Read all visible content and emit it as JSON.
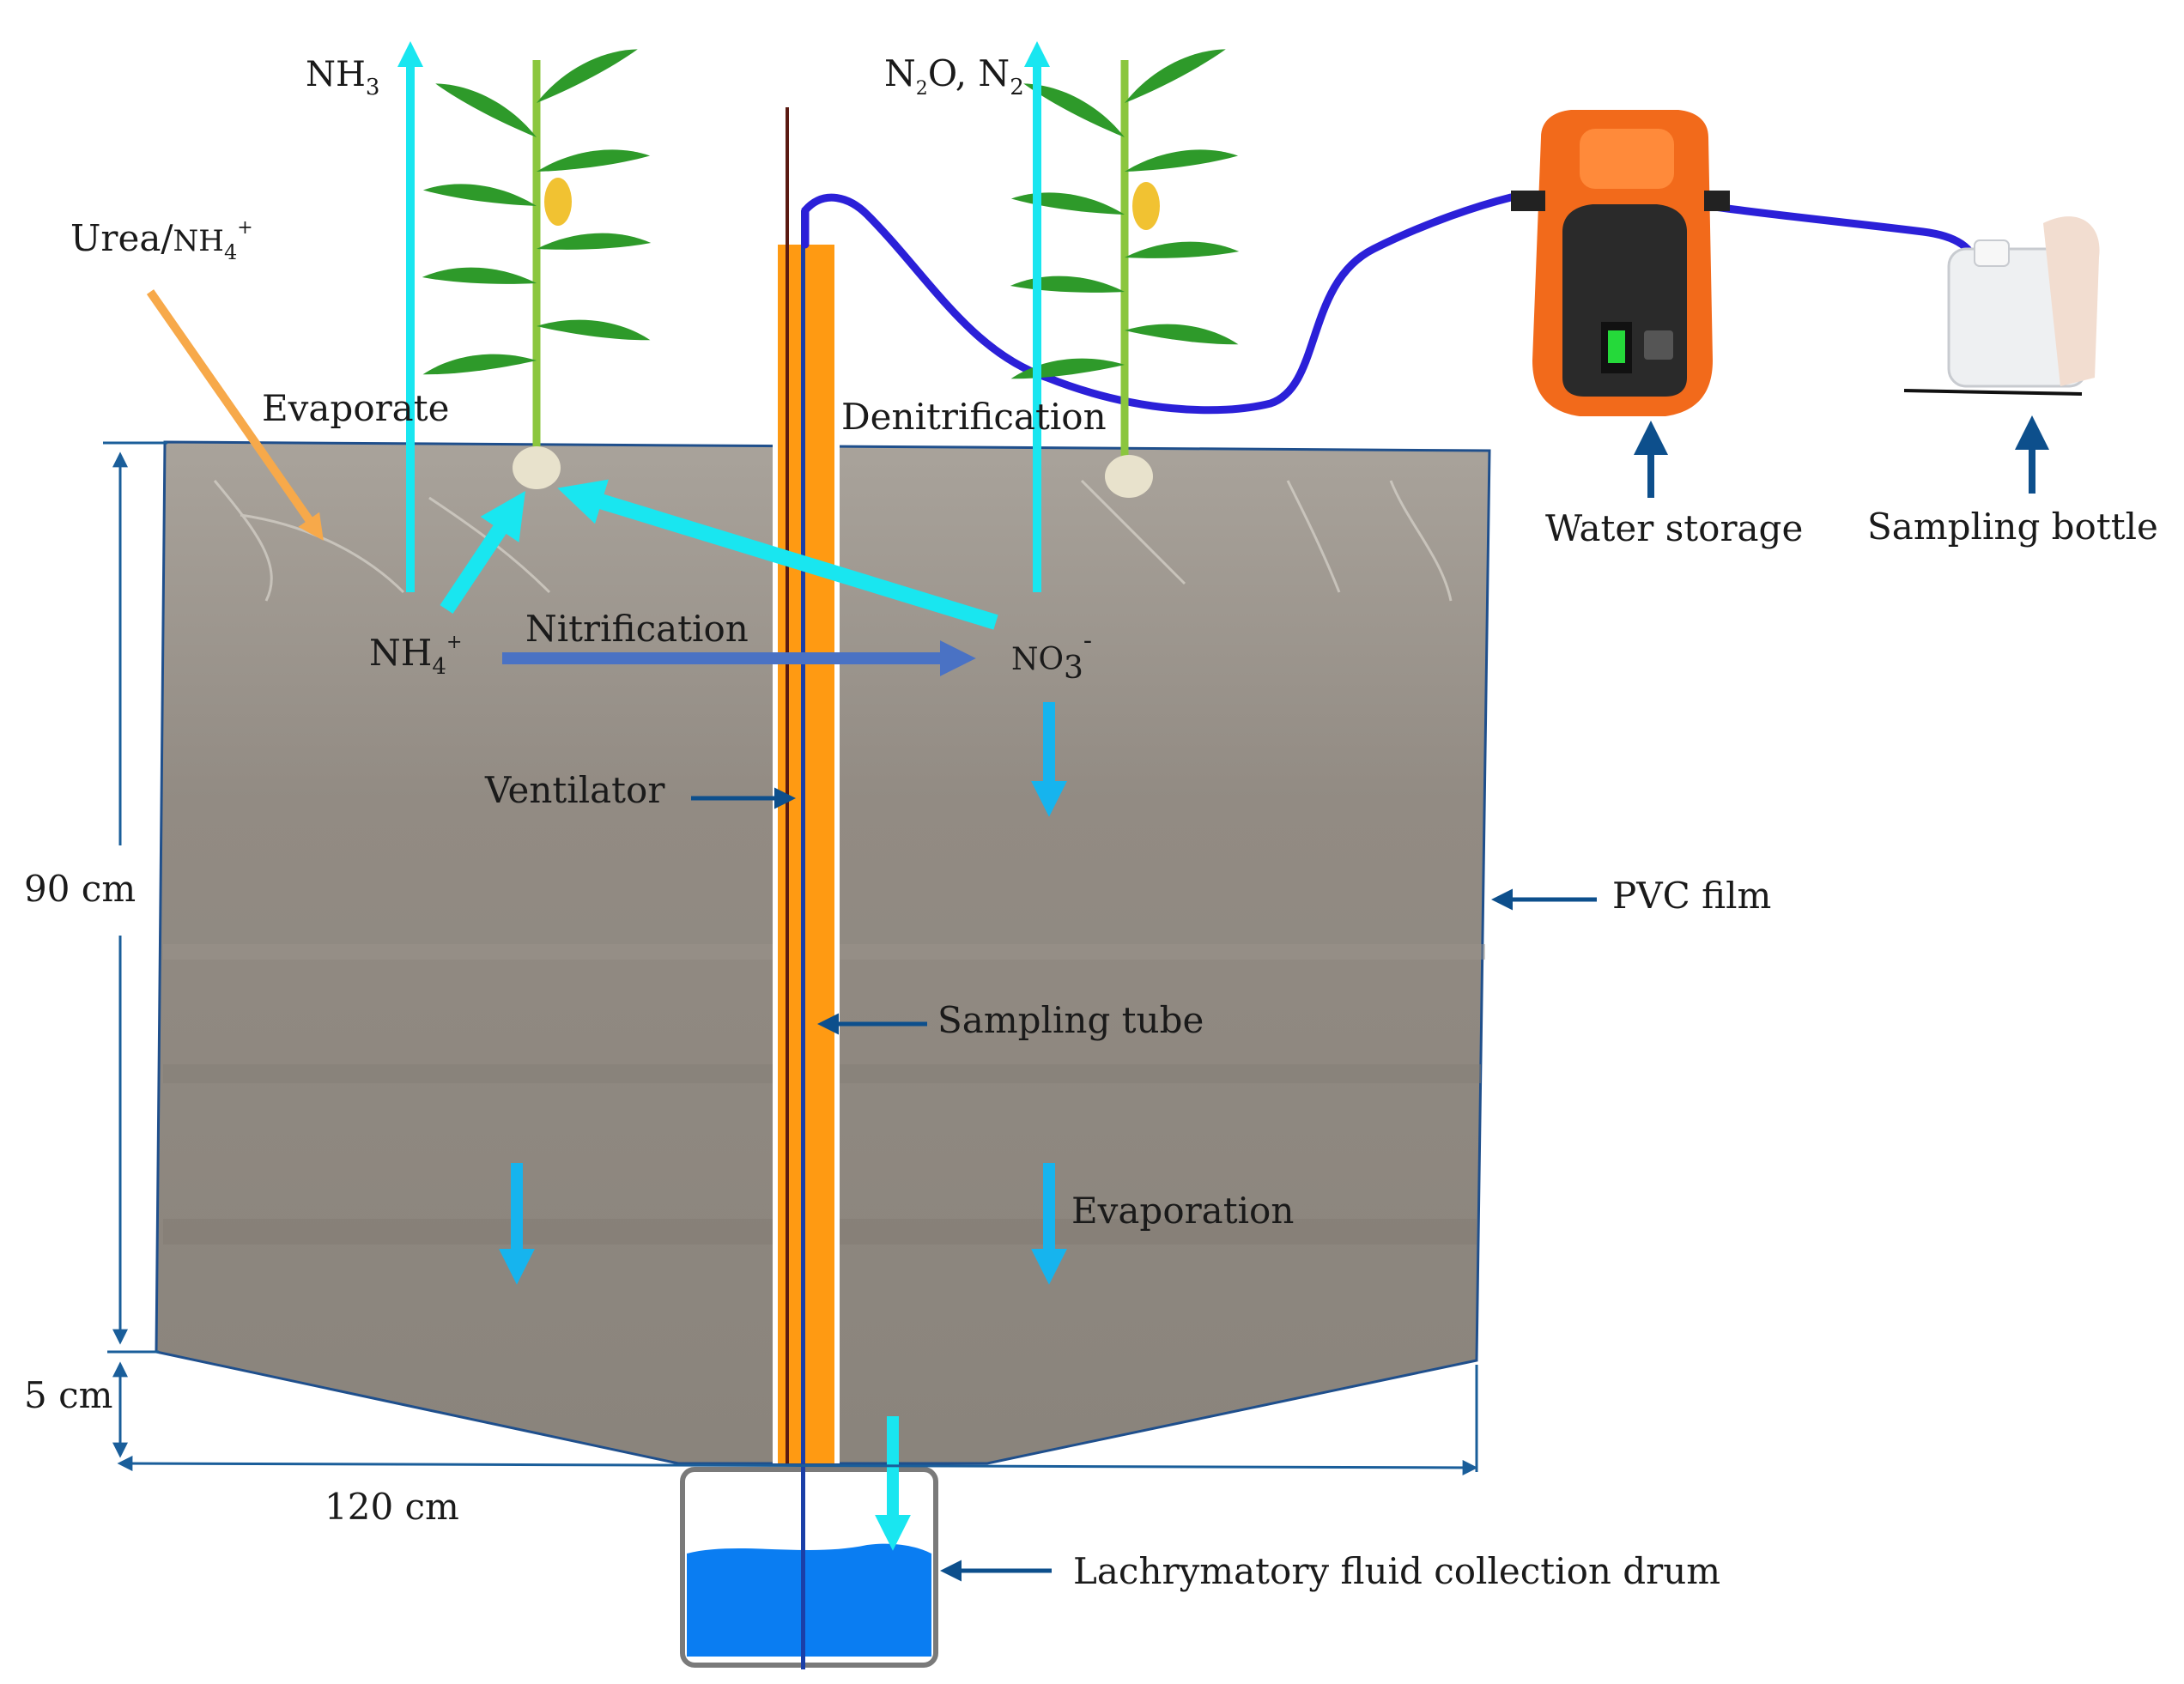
{
  "gases": {
    "nh3": {
      "base": "NH",
      "sub": "3"
    },
    "n2o_n2": {
      "a": "N",
      "a_sub": "2",
      "b": "O, N",
      "b_sub": "2"
    }
  },
  "inputs": {
    "urea": {
      "text": "Urea/",
      "ion": "NH",
      "ion_sub": "4",
      "ion_sup": "+"
    }
  },
  "processes": {
    "evaporate": "Evaporate",
    "denitrification": "Denitrification",
    "nitrification": "Nitrification",
    "evaporation": "Evaporation"
  },
  "ions": {
    "nh4": {
      "base": "NH",
      "sub": "4",
      "sup": "+"
    },
    "no3": {
      "base": "NO",
      "sub": "3",
      "sup": "-"
    }
  },
  "components": {
    "ventilator": "Ventilator",
    "pvc_film": "PVC film",
    "sampling_tube": "Sampling tube",
    "water_storage": "Water storage",
    "sampling_bottle": "Sampling bottle",
    "collection_drum": "Lachrymatory fluid collection drum"
  },
  "dimensions": {
    "depth": "90 cm",
    "bottom": "5 cm",
    "width": "120 cm"
  },
  "colors": {
    "soil": "#8e877f",
    "soil_top": "#a9a39b",
    "cyan_arrow": "#19e6f0",
    "blue_arrow": "#16b4ee",
    "nitrification_arrow": "#4a72c4",
    "urea_arrow": "#f7a94a",
    "pointer": "#0d4f8c",
    "tube_orange": "#ff9a12",
    "hose": "#2b20d8",
    "water": "#0a7df2",
    "pump_orange": "#f26a1b",
    "plant_green": "#2e9a2a"
  }
}
